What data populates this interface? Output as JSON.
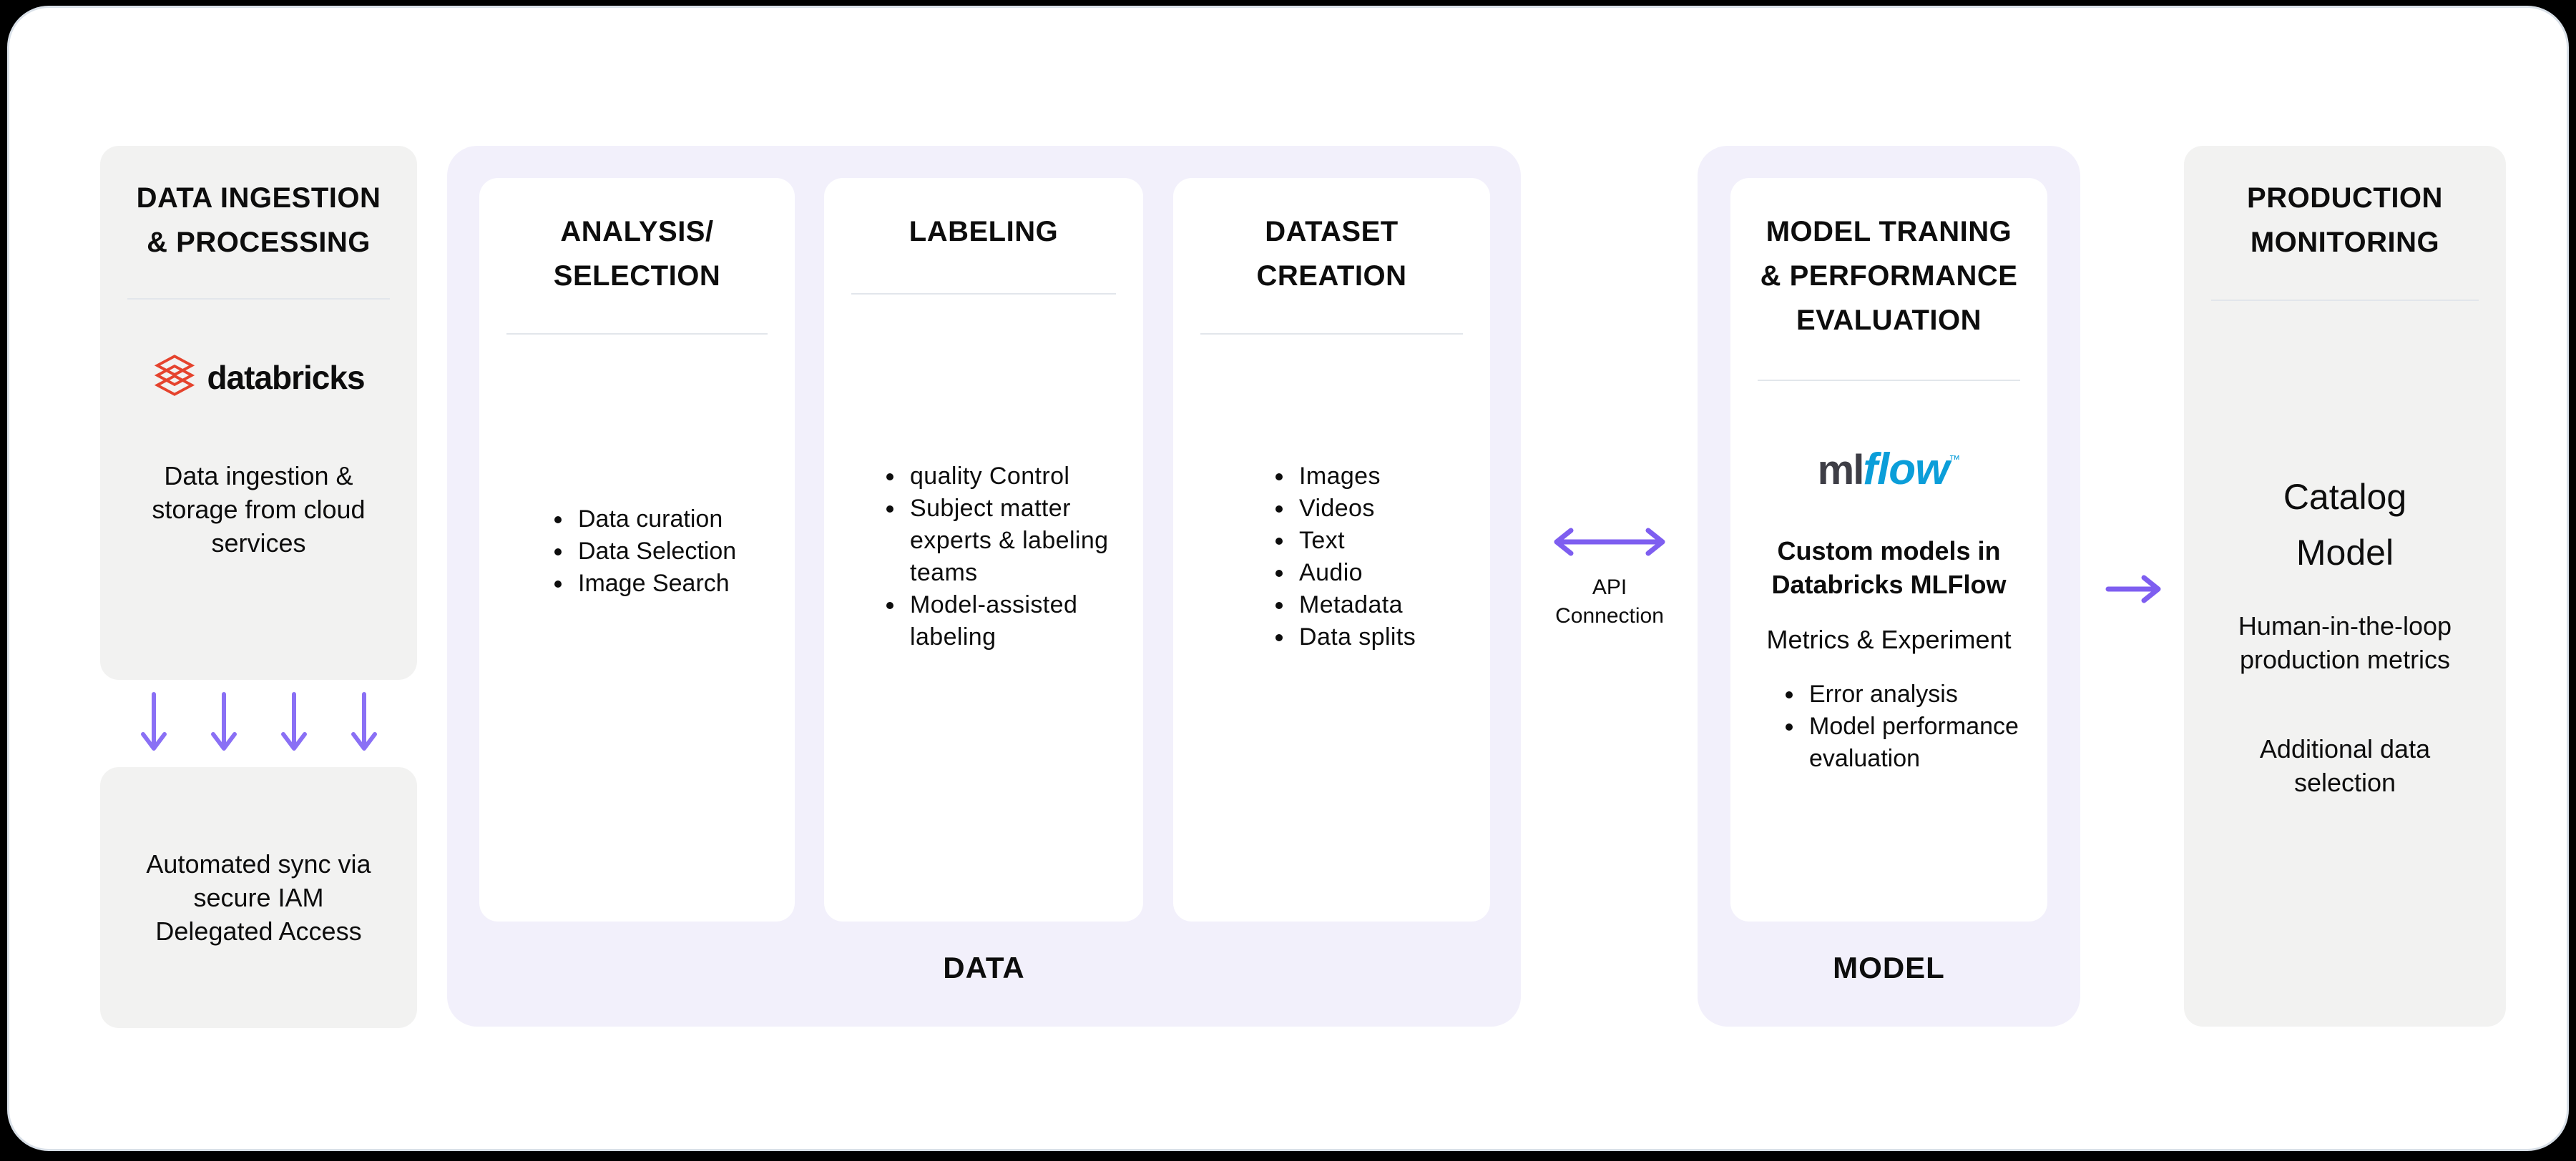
{
  "colors": {
    "background": "#000000",
    "surface": "#ffffff",
    "panel_gray": "#f2f2f1",
    "panel_purple": "#f2f0fb",
    "accent_purple": "#8165ee",
    "databricks_red": "#e5432d",
    "mlflow_dark": "#3e3e46",
    "mlflow_blue": "#0b9ed9",
    "divider": "#e2e6eb",
    "text": "#0d0d0d"
  },
  "ingestion": {
    "title_lines": [
      "DATA INGESTION",
      "& PROCESSING"
    ],
    "logo_text": "databricks",
    "description": "Data ingestion & storage from cloud services"
  },
  "sync": {
    "lines": [
      "Automated sync via",
      "secure IAM",
      "Delegated Access"
    ]
  },
  "data_group": {
    "label": "DATA",
    "cards": [
      {
        "title_lines": [
          "ANALYSIS/",
          "SELECTION"
        ],
        "items": [
          "Data curation",
          "Data Selection",
          "Image Search"
        ]
      },
      {
        "title_lines": [
          "LABELING"
        ],
        "items": [
          "quality Control",
          "Subject matter experts & labeling teams",
          "Model-assisted labeling"
        ]
      },
      {
        "title_lines": [
          "DATASET",
          "CREATION"
        ],
        "items": [
          "Images",
          "Videos",
          "Text",
          "Audio",
          "Metadata",
          "Data splits"
        ]
      }
    ]
  },
  "api": {
    "lines": [
      "API",
      "Connection"
    ]
  },
  "model_group": {
    "label": "MODEL",
    "card": {
      "title_lines": [
        "MODEL TRANING",
        "& PERFORMANCE",
        "EVALUATION"
      ],
      "logo_ml": "ml",
      "logo_flow": "flow",
      "logo_tm": "™",
      "subtitle": "Custom models in Databricks MLFlow",
      "metrics": "Metrics & Experiment",
      "items": [
        "Error analysis",
        "Model performance evaluation"
      ]
    }
  },
  "production": {
    "title_lines": [
      "PRODUCTION",
      "MONITORING"
    ],
    "catalog_lines": [
      "Catalog",
      "Model"
    ],
    "body1": "Human-in-the-loop production metrics",
    "body2": "Additional data selection"
  }
}
